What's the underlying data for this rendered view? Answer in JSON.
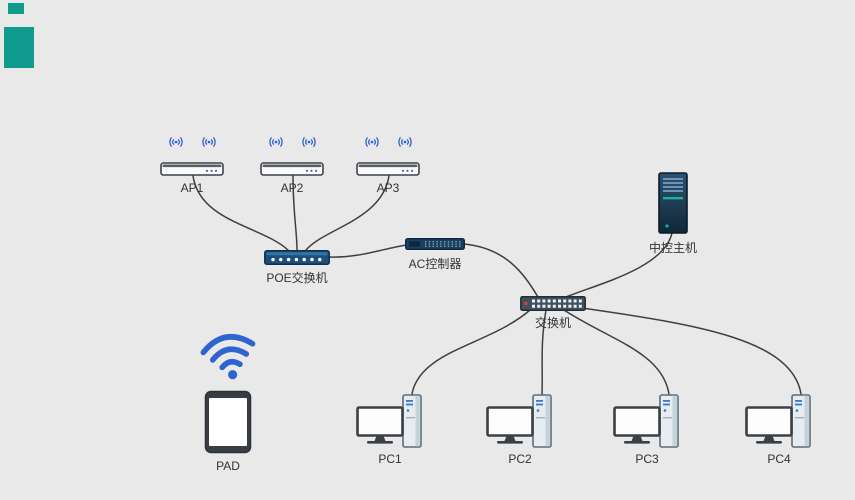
{
  "palette": {
    "background": "#e9e9e9",
    "accent_teal": "#0f9b8e",
    "wifi_blue": "#2f63d0",
    "device_navy": "#1c4f79",
    "switch_gray": "#41505c",
    "status_red": "#e04038",
    "line": "#3f3f3f"
  },
  "nodes": {
    "ap1": {
      "label": "AP1"
    },
    "ap2": {
      "label": "AP2"
    },
    "ap3": {
      "label": "AP3"
    },
    "poe_switch": {
      "label": "POE交换机"
    },
    "ac_controller": {
      "label": "AC控制器"
    },
    "central_host": {
      "label": "中控主机"
    },
    "lan_switch": {
      "label": "交换机"
    },
    "pad": {
      "label": "PAD"
    },
    "pc1": {
      "label": "PC1"
    },
    "pc2": {
      "label": "PC2"
    },
    "pc3": {
      "label": "PC3"
    },
    "pc4": {
      "label": "PC4"
    }
  },
  "edges": [
    {
      "from": "ap1",
      "to": "poe_switch"
    },
    {
      "from": "ap2",
      "to": "poe_switch"
    },
    {
      "from": "ap3",
      "to": "poe_switch"
    },
    {
      "from": "poe_switch",
      "to": "ac_controller"
    },
    {
      "from": "ac_controller",
      "to": "lan_switch"
    },
    {
      "from": "central_host",
      "to": "lan_switch"
    },
    {
      "from": "lan_switch",
      "to": "pc1"
    },
    {
      "from": "lan_switch",
      "to": "pc2"
    },
    {
      "from": "lan_switch",
      "to": "pc3"
    },
    {
      "from": "lan_switch",
      "to": "pc4"
    }
  ]
}
